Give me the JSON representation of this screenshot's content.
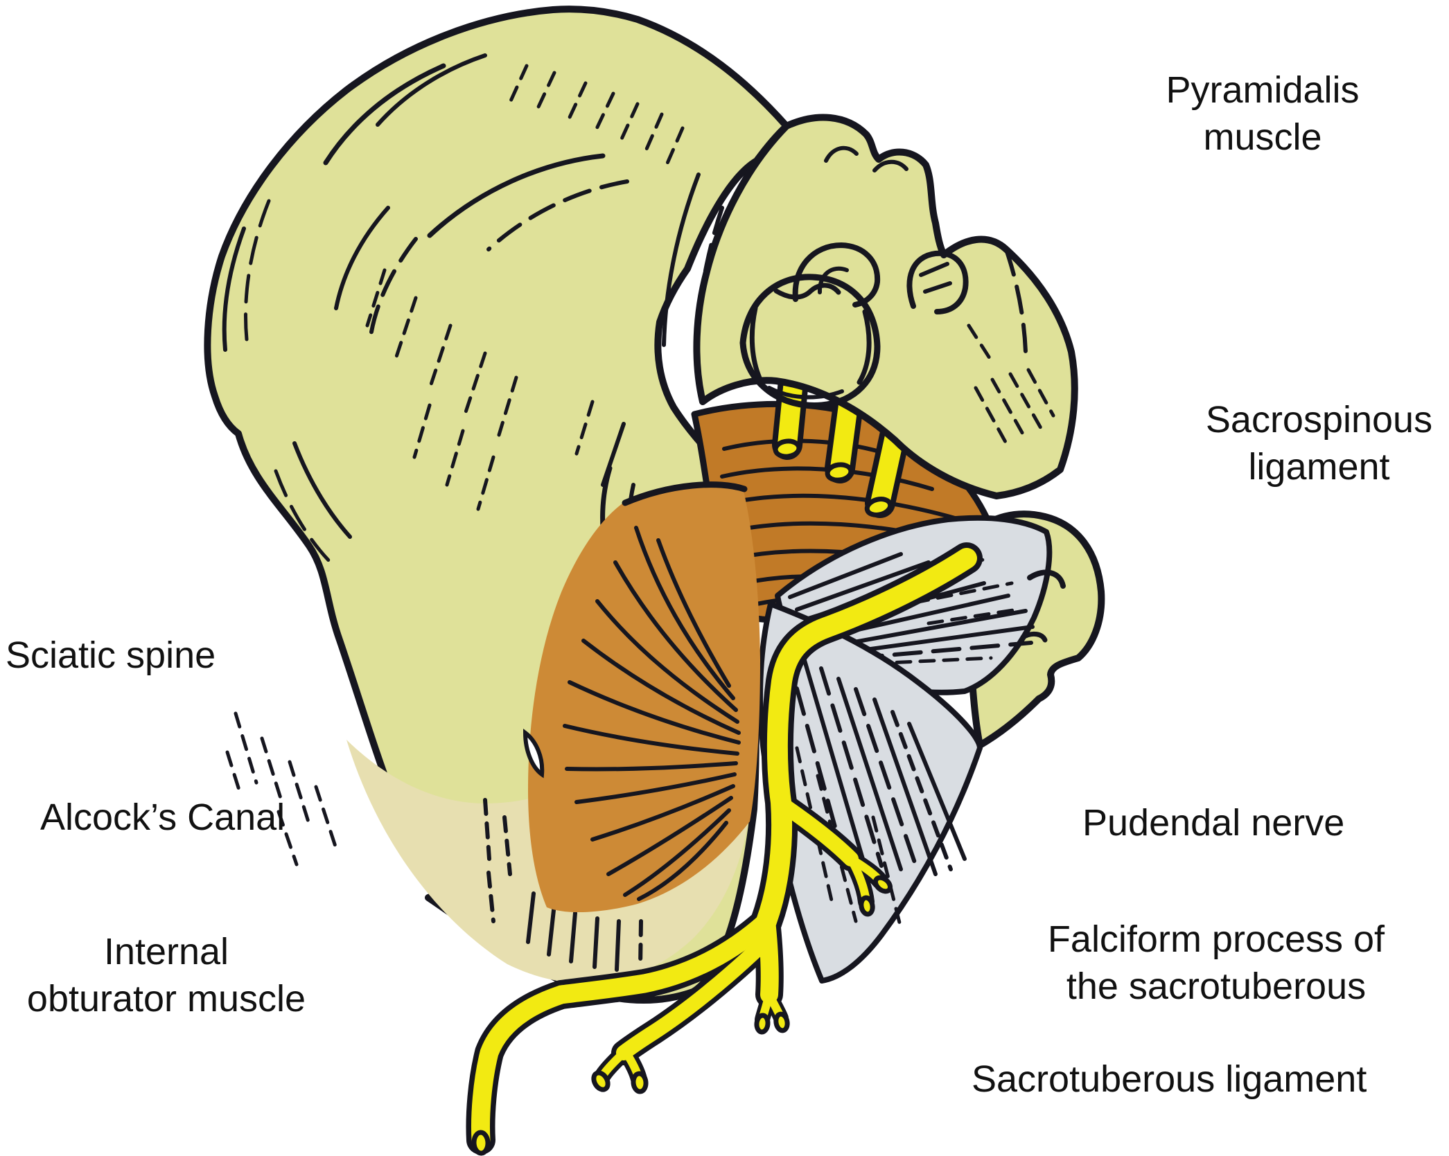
{
  "palette": {
    "background": "#ffffff",
    "ink": "#16161f",
    "bone": "#dfe199",
    "bone_shadow": "#e7dfb0",
    "muscle": "#cd8a36",
    "muscle_deep": "#c17a27",
    "nerve": "#f2ea12",
    "ligament": "#d9dde2",
    "text": "#111111"
  },
  "labels": {
    "pyramidalis": {
      "text": "Pyramidalis\nmuscle"
    },
    "sacrospinous": {
      "text": "Sacrospinous\nligament"
    },
    "sciatic_spine": {
      "text": "Sciatic spine"
    },
    "alcocks_canal": {
      "text": "Alcock’s Canal"
    },
    "internal_obturator": {
      "text": "Internal\nobturator muscle"
    },
    "pudendal_nerve": {
      "text": "Pudendal nerve"
    },
    "falciform": {
      "text": "Falciform process of\nthe sacrotuberous"
    },
    "sacrotuberous": {
      "text": "Sacrotuberous ligament"
    }
  }
}
